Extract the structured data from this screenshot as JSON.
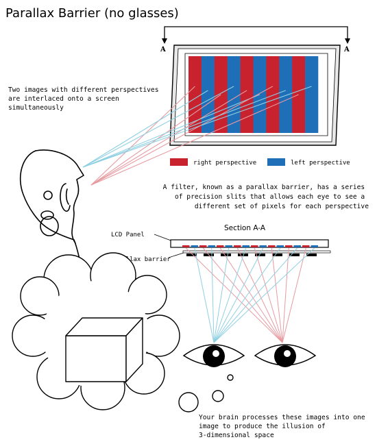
{
  "title": "Parallax Barrier (no glasses)",
  "section_marker": "A",
  "notes": {
    "interlace": [
      "Two images with different perspectives",
      "are interlaced onto a screen",
      "simultaneously"
    ],
    "barrier": [
      "A filter, known as a parallax barrier, has a series",
      "of precision slits that allows each eye to see a",
      "different set of pixels for each perspective"
    ],
    "brain": [
      "Your brain processes these images into one",
      "image to produce the illusion of",
      "3-dimensional space"
    ]
  },
  "legend": {
    "right": "right perspective",
    "left": "left perspective"
  },
  "section_title": "Section A-A",
  "labels": {
    "lcd_panel": "LCD Panel",
    "parallax_barrier": "Parallax  barrier"
  },
  "colors": {
    "right_perspective": "#c8222e",
    "left_perspective": "#1f6fb8",
    "right_ray": "#e79aa0",
    "left_ray": "#8fd0e2"
  },
  "icons": [
    "screen-icon",
    "head-silhouette-icon",
    "thought-cloud-icon",
    "cube-icon",
    "eye-icon"
  ]
}
